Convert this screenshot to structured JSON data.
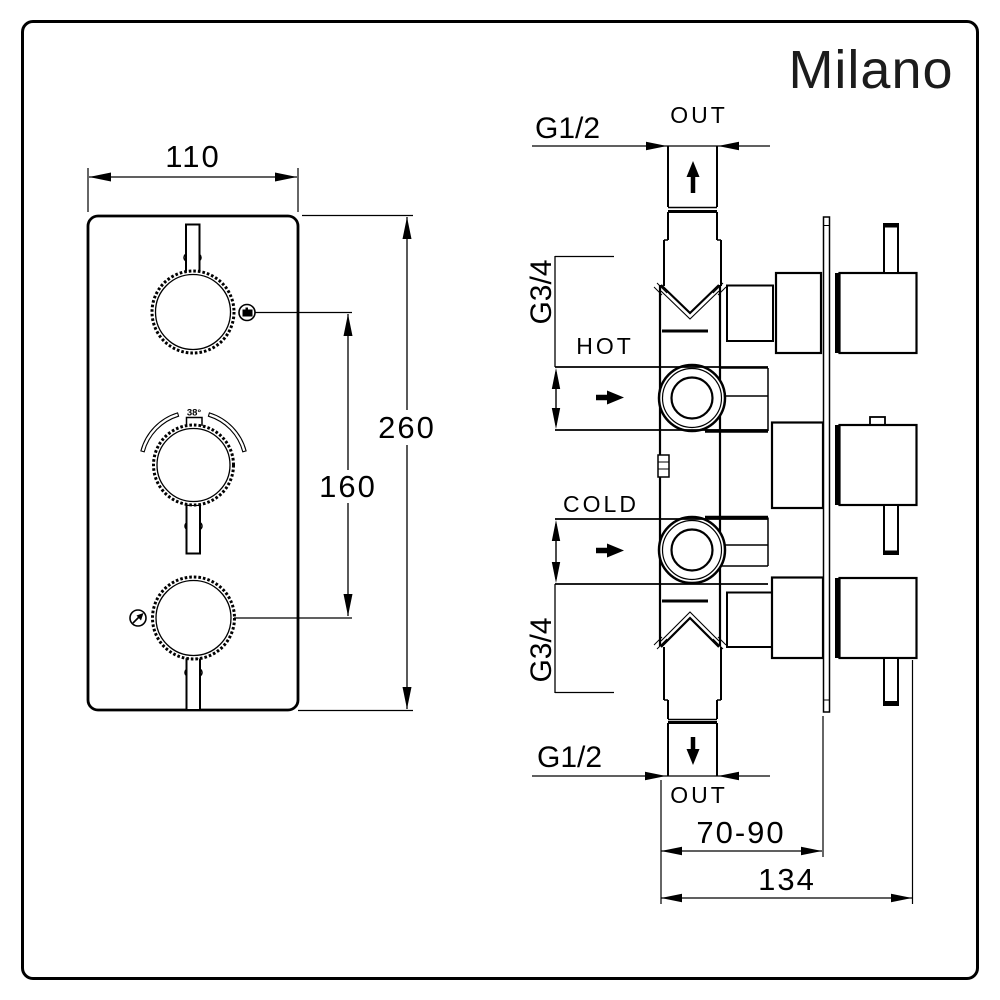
{
  "brand": {
    "logo": "Milano"
  },
  "colors": {
    "line": "#000000",
    "background": "#ffffff"
  },
  "front_view": {
    "width_dim": "110",
    "height_dim": "260",
    "centers_dim": "160",
    "thermostat_temp": "38°"
  },
  "side_view": {
    "top_outlet_thread": "G1/2",
    "top_outlet_label": "OUT",
    "hot_inlet_thread": "G3/4",
    "hot_inlet_label": "HOT",
    "cold_inlet_label": "COLD",
    "cold_inlet_thread": "G3/4",
    "bottom_outlet_thread": "G1/2",
    "bottom_outlet_label": "OUT",
    "recess_depth_dim": "70-90",
    "total_depth_dim": "134"
  }
}
